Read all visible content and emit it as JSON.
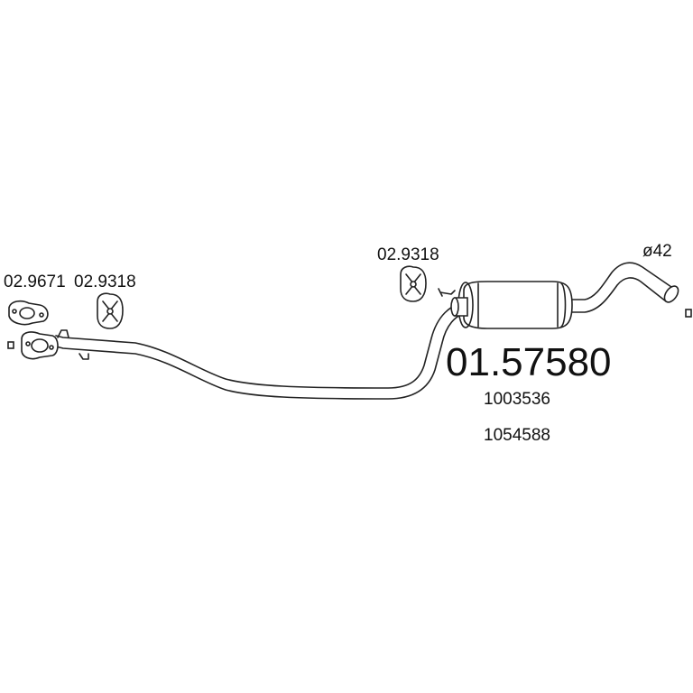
{
  "diagram": {
    "main_part_number": "01.57580",
    "oem_numbers": [
      "1003536",
      "1054588"
    ],
    "diameter_label": "ø42",
    "accessories": [
      {
        "id": "gasket",
        "part_number": "02.9671",
        "icon": "flange-gasket-icon"
      },
      {
        "id": "hanger_front",
        "part_number": "02.9318",
        "icon": "rubber-hanger-icon"
      },
      {
        "id": "hanger_rear",
        "part_number": "02.9318",
        "icon": "rubber-hanger-icon"
      }
    ],
    "colors": {
      "line": "#222222",
      "text": "#111111",
      "background": "#ffffff"
    }
  }
}
